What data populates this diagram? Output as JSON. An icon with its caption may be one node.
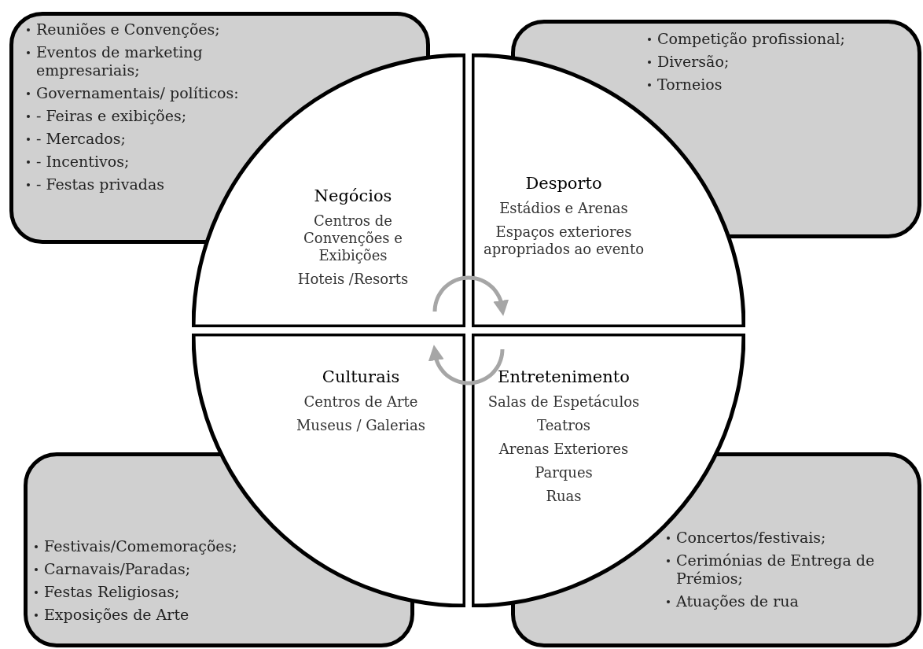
{
  "diagram": {
    "nodes": [
      {
        "text": [
          "Reuniões e Convenções;",
          "Eventos de marketing empresariais;",
          "Governamentais/ políticos:",
          "- Feiras e exibições;",
          "- Mercados;",
          "- Incentivos;",
          "- Festas privadas"
        ]
      },
      {
        "text": [
          "Competição profissional;",
          "Diversão;",
          "Torneios"
        ]
      },
      {
        "text": [
          "Negócios",
          "Centros de Convenções e Exibições",
          "Hoteis /Resorts"
        ]
      },
      {
        "text": [
          "Desporto",
          "Estádios e Arenas",
          "Espaços exteriores apropriados ao evento"
        ]
      },
      {
        "text": [
          "Festivais/Comemorações;",
          "Carnavais/Paradas;",
          "Festas Religiosas;",
          "Exposições de Arte"
        ]
      },
      {
        "text": [
          "Concertos/festivais;",
          "Cerimónias de Entrega de Prémios;",
          "Atuações de rua"
        ]
      },
      {
        "text": [
          "Culturais",
          "Centros de Arte",
          "Museus / Galerias"
        ]
      },
      {
        "text": [
          "Entretenimento",
          "Salas de Espetáculos",
          "Teatros",
          "Arenas Exteriores",
          "Parques",
          "Ruas"
        ]
      }
    ],
    "edges": [
      {
        "from": 2,
        "to": 3,
        "arrow": "to",
        "color": "#a6a6a6"
      },
      {
        "from": 7,
        "to": 6,
        "arrow": "to",
        "color": "#a6a6a6"
      }
    ]
  }
}
